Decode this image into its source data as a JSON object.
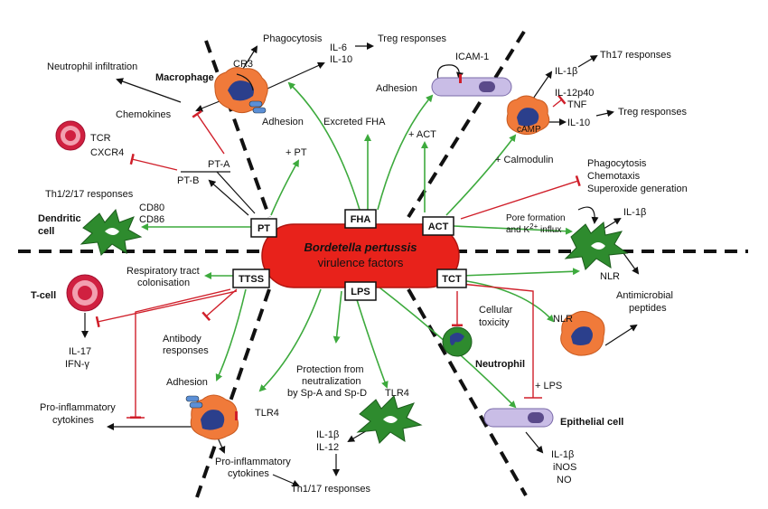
{
  "center": {
    "line1": "Bordetella pertussis",
    "line2": "virulence factors"
  },
  "factors": {
    "pt": "PT",
    "fha": "FHA",
    "act": "ACT",
    "ttss": "TTSS",
    "lps": "LPS",
    "tct": "TCT"
  },
  "labels": {
    "phagocytosis": "Phagocytosis",
    "cr3": "CR3",
    "il6": "IL-6",
    "il10_a": "IL-10",
    "treg_a": "Treg responses",
    "macrophage": "Macrophage",
    "neutrophil_infiltration": "Neutrophil infiltration",
    "chemokines": "Chemokines",
    "adhesion_a": "Adhesion",
    "excreted_fha": "Excreted FHA",
    "icam1": "ICAM-1",
    "adhesion_b": "Adhesion",
    "il1b_a": "IL-1β",
    "th17_a": "Th17 responses",
    "il12p40": "IL-12p40",
    "tnf": "TNF",
    "camp": "cAMP",
    "il10_b": "IL-10",
    "treg_b": "Treg responses",
    "plus_act": "+ ACT",
    "plus_calmodulin": "+ Calmodulin",
    "phagocytosis_b": "Phagocytosis",
    "chemotaxis": "Chemotaxis",
    "superoxide": "Superoxide generation",
    "tcr": "TCR",
    "cxcr4": "CXCR4",
    "pt_a": "PT-A",
    "pt_b": "PT-B",
    "plus_pt": "+ PT",
    "th1217": "Th1/2/17 responses",
    "cd80": "CD80",
    "cd86": "CD86",
    "dendritic_1": "Dendritic",
    "dendritic_2": "cell",
    "pore_1": "Pore formation",
    "pore_2": "and K",
    "pore_sup": "2+",
    "pore_3": " influx",
    "il1b_b": "IL-1β",
    "nlr_a": "NLR",
    "resp_1": "Respiratory tract",
    "resp_2": "colonisation",
    "tcell": "T-cell",
    "il17": "IL-17",
    "ifng": "IFN-γ",
    "antibody_1": "Antibody",
    "antibody_2": "responses",
    "cellular_1": "Cellular",
    "cellular_2": "toxicity",
    "neutrophil": "Neutrophil",
    "nlr_b": "NLR",
    "antimicrobial_1": "Antimicrobial",
    "antimicrobial_2": "peptides",
    "adhesion_c": "Adhesion",
    "tlr4_a": "TLR4",
    "proinfl_a1": "Pro-inflammatory",
    "proinfl_a2": "cytokines",
    "protection_1": "Protection from",
    "protection_2": "neutralization",
    "protection_3": "by Sp-A and Sp-D",
    "tlr4_b": "TLR4",
    "plus_lps": "+ LPS",
    "epithelial": "Epithelial cell",
    "proinfl_b1": "Pro-inflammatory",
    "proinfl_b2": "cytokines",
    "il1b_c": "IL-1β",
    "il12": "IL-12",
    "th117": "Th1/17 responses",
    "il1b_d": "IL-1β",
    "inos": "iNOS",
    "no": "NO"
  },
  "colors": {
    "center_fill": "#e8221b",
    "activation": "#3daa3d",
    "inhibition": "#d01f2a",
    "cell_orange": "#f07a3a",
    "nucleus": "#2b3f8c",
    "epithelial": "#c9bde6",
    "dendritic": "#2e8b2e"
  }
}
